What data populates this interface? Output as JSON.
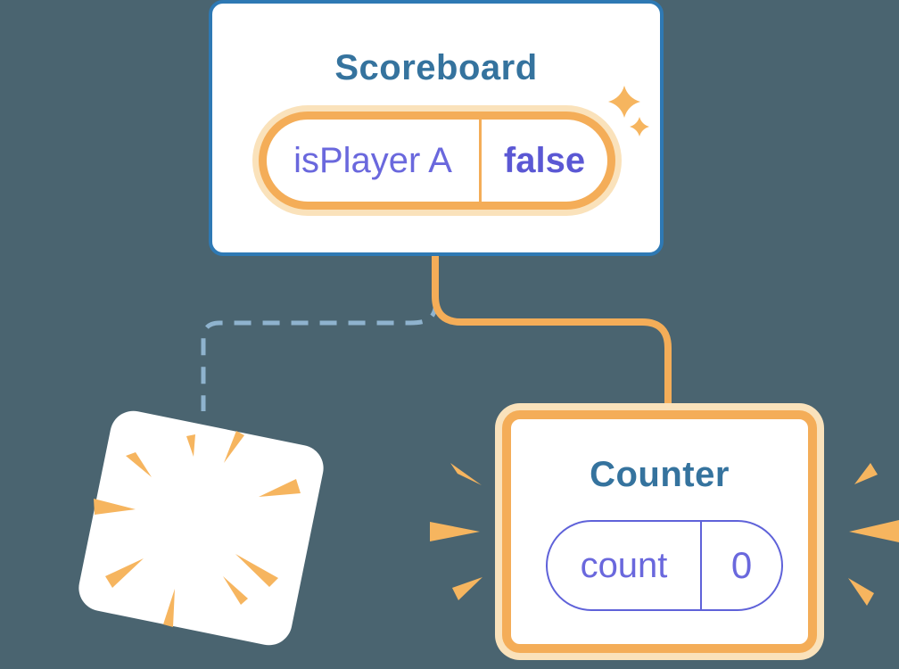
{
  "colors": {
    "bg": "#4A6470",
    "card_white": "#FFFFFF",
    "border_blue": "#2E79B4",
    "title_blue": "#35739E",
    "orange": "#F4AD58",
    "orange_glow": "#FAE2BB",
    "burst_orange": "#F6B55F",
    "purple": "#6A68DD",
    "purple_bold": "#5B58D4",
    "pill_purple": "#5F62D9",
    "dash_blue": "#8FB3CE"
  },
  "scoreboard": {
    "title": "Scoreboard",
    "state_pill": {
      "label": "isPlayer A",
      "value": "false"
    }
  },
  "counter": {
    "title": "Counter",
    "state_pill": {
      "label": "count",
      "value": "0"
    }
  },
  "icons": {
    "sparkles": "sparkles-icon",
    "poof": "poof-burst-icon",
    "emphasis_left": "emphasis-burst-left-icon",
    "emphasis_right": "emphasis-burst-right-icon"
  }
}
